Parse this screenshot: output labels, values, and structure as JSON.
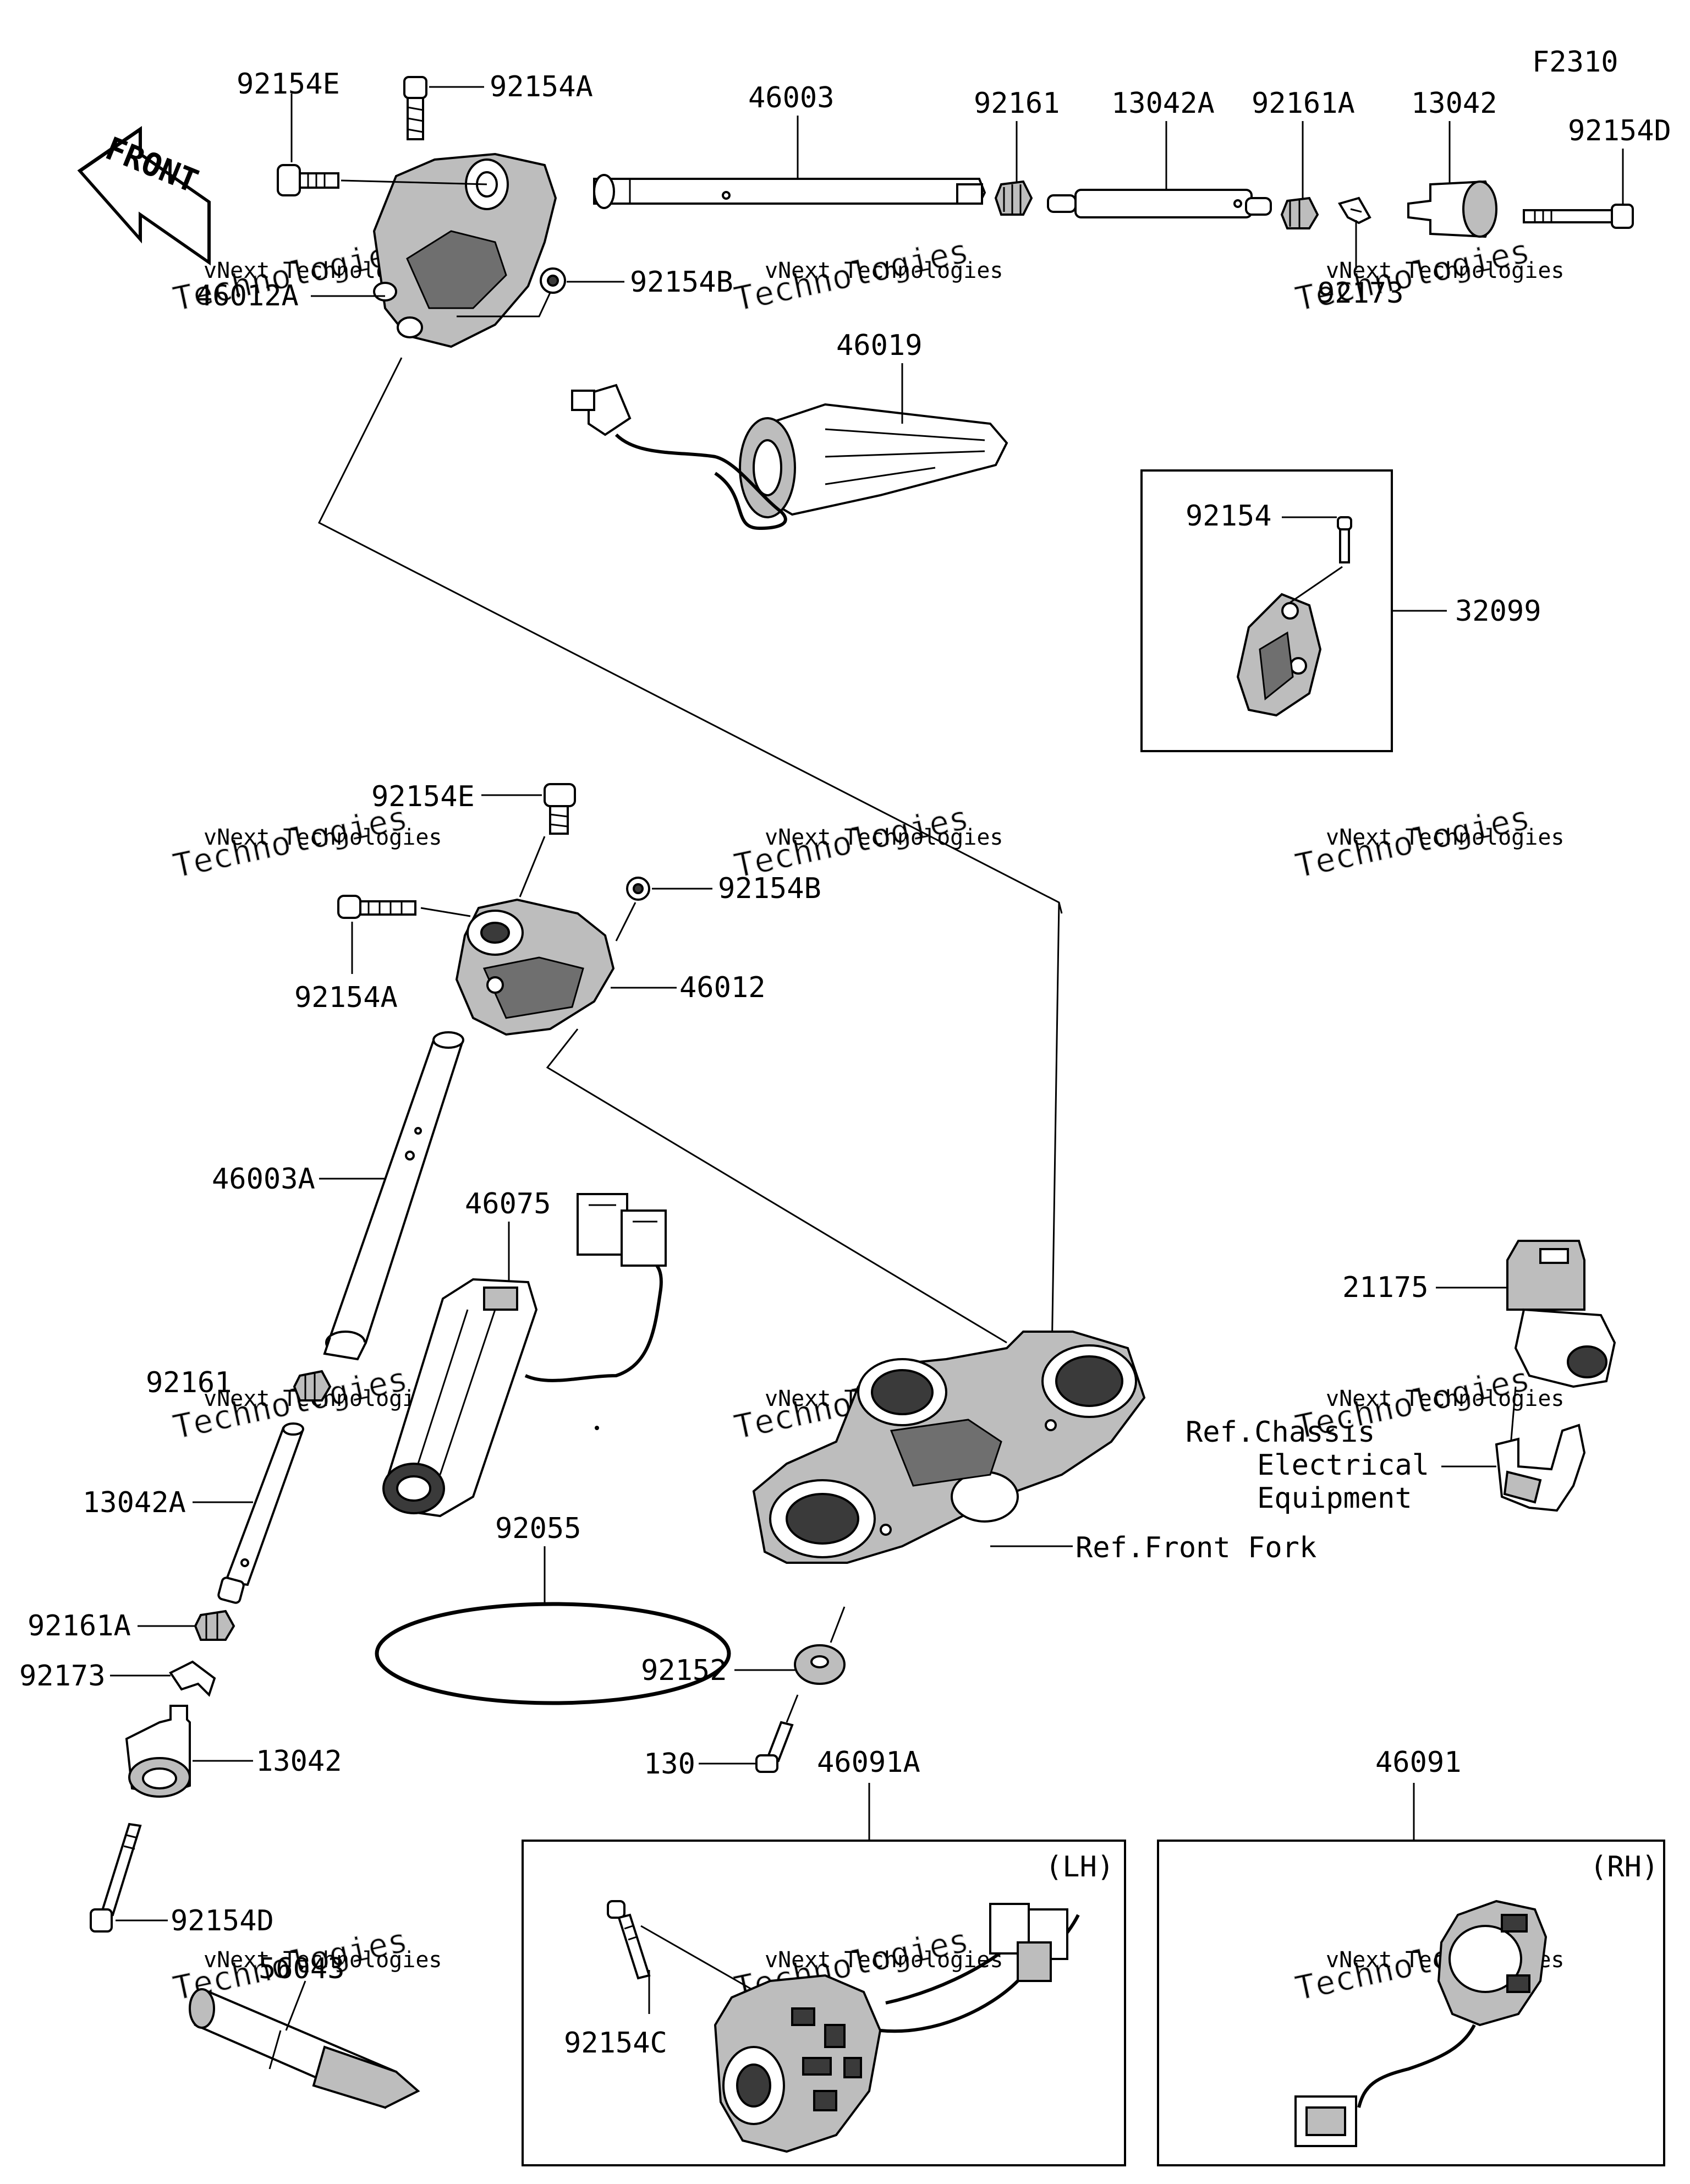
{
  "figure_code": "F2310",
  "front_arrow_text": "FRONT",
  "watermark": {
    "company": "vNext Technologies",
    "big": "Technologies",
    "small": "vNext"
  },
  "labels": {
    "p92154E_top": "92154E",
    "p92154A_top": "92154A",
    "p46003": "46003",
    "p92161": "92161",
    "p13042A_top": "13042A",
    "p92161A_top": "92161A",
    "p13042_top": "13042",
    "p92154D_top": "92154D",
    "p46012A": "46012A",
    "p92154B_top": "92154B",
    "p92173_top": "92173",
    "p46019": "46019",
    "p92154_box": "92154",
    "p32099": "32099",
    "p92154E_mid": "92154E",
    "p92154B_mid": "92154B",
    "p92154A_mid": "92154A",
    "p46012": "46012",
    "p46003A": "46003A",
    "p46075": "46075",
    "p92161_left": "92161",
    "p13042A_left": "13042A",
    "p92055": "92055",
    "p92161A_left": "92161A",
    "p92173_left": "92173",
    "p13042_left": "13042",
    "p92154D_left": "92154D",
    "p56043": "56043",
    "p21175": "21175",
    "ref_chassis_1": "Ref.Chassis",
    "ref_chassis_2": "Electrical",
    "ref_chassis_3": "Equipment",
    "ref_front_fork": "Ref.Front Fork",
    "p92152": "92152",
    "p130": "130",
    "p46091A": "46091A",
    "p46091": "46091",
    "lh_tag": "(LH)",
    "rh_tag": "(RH)",
    "p92154C": "92154C"
  }
}
